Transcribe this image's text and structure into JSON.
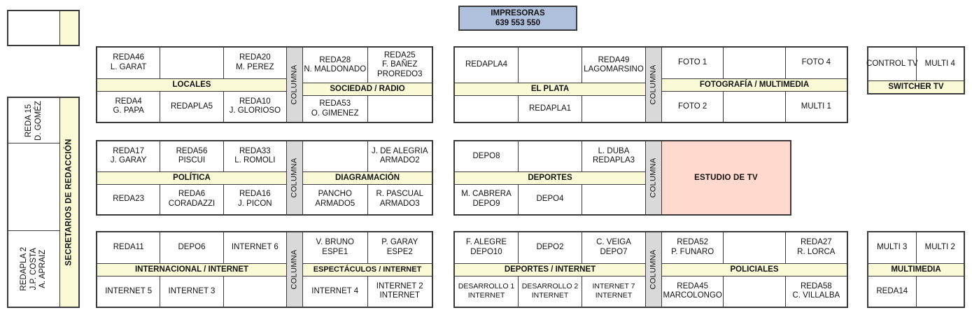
{
  "printers": {
    "title": "IMPRESORAS",
    "numbers": "639  553  550"
  },
  "left_panel": {
    "strip_label": "SECRETARIOS DE REDACCIÓN",
    "cells": [
      {
        "lines": [
          "REDA 15",
          "D. GOMÉZ"
        ]
      },
      {
        "lines": []
      },
      {
        "lines": [
          "REDAPLA 2",
          "J.P. COSTA",
          "A. APRAIZ"
        ]
      }
    ]
  },
  "columna_label": "COLUMNA",
  "blocks": [
    {
      "name": "locales-sociedad-radio",
      "zones": [
        {
          "label": "LOCALES",
          "top": [
            [
              "REDA46",
              "L. GARAT"
            ],
            [],
            [
              "REDA20",
              "M. PEREZ"
            ]
          ],
          "bottom": [
            [
              "REDA4",
              "G. PAPA"
            ],
            [
              "REDAPLA5"
            ],
            [
              "REDA10",
              "J. GLORIOSO"
            ]
          ]
        },
        {
          "label": "SOCIEDAD / RADIO",
          "top": [
            [
              "REDA28",
              "N. MALDONADO"
            ],
            [
              "REDA25",
              "F. BAÑEZ",
              "PROREDO3"
            ]
          ],
          "bottom": [
            [
              "REDA53",
              "O. GIMENEZ"
            ],
            []
          ]
        }
      ]
    },
    {
      "name": "el-plata-fotografia-multimedia",
      "zones": [
        {
          "label": "EL PLATA",
          "top": [
            [
              "REDAPLA4"
            ],
            [],
            [
              "REDA49",
              "LAGOMARSINO"
            ]
          ],
          "bottom": [
            [],
            [
              "REDAPLA1"
            ],
            []
          ]
        },
        {
          "label": "FOTOGRAFÍA / MULTIMEDIA",
          "top": [
            [
              "FOTO 1"
            ],
            [],
            [
              "FOTO 4"
            ]
          ],
          "bottom": [
            [
              "FOTO 2"
            ],
            [],
            [
              "MULTI 1"
            ]
          ]
        }
      ]
    },
    {
      "name": "switcher-tv",
      "zones": [
        {
          "label": "SWITCHER TV",
          "top": [
            [
              "CONTROL TV"
            ],
            [
              "MULTI 4"
            ]
          ],
          "bottom": null
        }
      ]
    },
    {
      "name": "politica-diagramacion",
      "zones": [
        {
          "label": "POLÍTICA",
          "top": [
            [
              "REDA17",
              "J. GARAY"
            ],
            [
              "REDA56",
              "PISCUI"
            ],
            [
              "REDA33",
              "L. ROMOLI"
            ]
          ],
          "bottom": [
            [
              "REDA23"
            ],
            [
              "REDA6",
              "CORADAZZI"
            ],
            [
              "REDA16",
              "J. PICON"
            ]
          ]
        },
        {
          "label": "DIAGRAMACIÓN",
          "top": [
            [],
            [
              "J. DE ALEGRIA",
              "ARMADO2"
            ]
          ],
          "bottom": [
            [
              "PANCHO",
              "ARMADO5"
            ],
            [
              "R. PASCUAL",
              "ARMADO3"
            ]
          ]
        }
      ]
    },
    {
      "name": "deportes-estudio-tv",
      "zones": [
        {
          "label": "DEPORTES",
          "top": [
            [
              "DEPO8"
            ],
            [],
            [
              "L. DUBA",
              "REDAPLA3"
            ]
          ],
          "bottom": [
            [
              "M. CABRERA",
              "DEPO9"
            ],
            [
              "DEPO4"
            ],
            []
          ]
        }
      ],
      "studio": "ESTUDIO DE TV"
    },
    {
      "name": "internacional-espectaculos",
      "zones": [
        {
          "label": "INTERNACIONAL / INTERNET",
          "top": [
            [
              "REDA11"
            ],
            [
              "DEPO6"
            ],
            [
              "INTERNET 6"
            ]
          ],
          "bottom": [
            [
              "INTERNET 5"
            ],
            [
              "INTERNET 3"
            ],
            []
          ]
        },
        {
          "label": "ESPECTÁCULOS / INTERNET",
          "top": [
            [
              "V. BRUNO",
              "ESPE1"
            ],
            [
              "P. GARAY",
              "ESPE2"
            ]
          ],
          "bottom": [
            [
              "INTERNET 4"
            ],
            [
              "INTERNET 2",
              "INTERNET"
            ]
          ]
        }
      ]
    },
    {
      "name": "deportes-internet-policiales",
      "zones": [
        {
          "label": "DEPORTES / INTERNET",
          "top": [
            [
              "F. ALEGRE",
              "DEPO10"
            ],
            [
              "DEPO2"
            ],
            [
              "C. VEIGA",
              "DEPO7"
            ]
          ],
          "bottom": [
            [
              "DESARROLLO 1",
              "INTERNET"
            ],
            [
              "DESARROLLO 2",
              "INTERNET"
            ],
            [
              "INTERNET 7",
              "INTERNET"
            ]
          ]
        },
        {
          "label": "POLICIALES",
          "top": [
            [
              "REDA52",
              "P. FUNARO"
            ],
            [],
            [
              "REDA27",
              "R. LORCA"
            ]
          ],
          "bottom": [
            [
              "REDA45",
              "MARCOLONGO"
            ],
            [],
            [
              "REDA58",
              "C. VILLALBA"
            ]
          ]
        }
      ]
    },
    {
      "name": "multimedia",
      "zones": [
        {
          "label": "MULTIMEDIA",
          "top": [
            [
              "MULTI 3"
            ],
            [
              "MULTI 2"
            ]
          ],
          "bottom": [
            [
              "REDA14"
            ],
            []
          ]
        }
      ]
    }
  ],
  "colors": {
    "label_yellow": "#fafad7",
    "columna_gray": "#d9d9d9",
    "studio_pink": "#ffd9ce",
    "printers_blue": "#aec0dc",
    "border": "#3a3a3a"
  }
}
